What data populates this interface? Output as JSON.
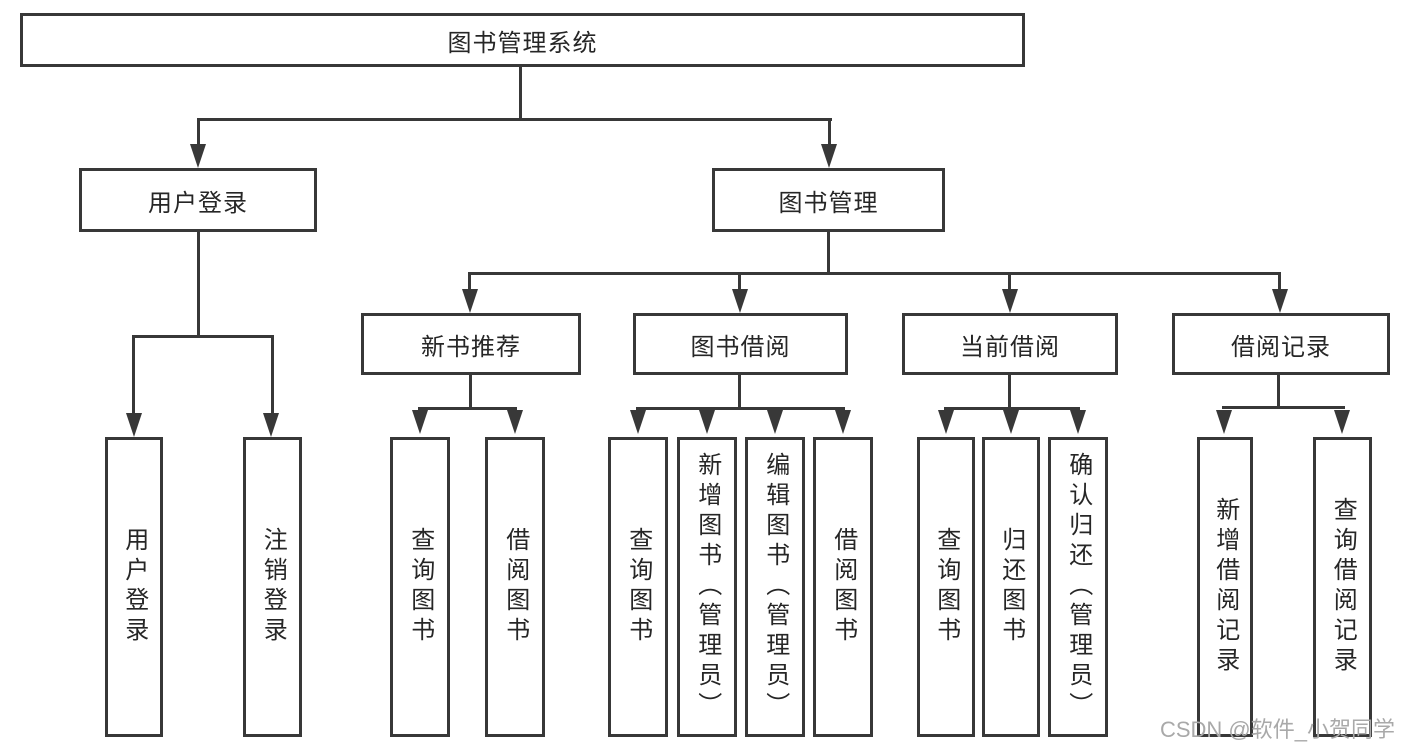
{
  "tree": {
    "root": "图书管理系统",
    "userLogin": {
      "label": "用户登录",
      "children": [
        "用户登录",
        "注销登录"
      ]
    },
    "bookManagement": {
      "label": "图书管理",
      "children": [
        {
          "label": "新书推荐",
          "children": [
            "查询图书",
            "借阅图书"
          ]
        },
        {
          "label": "图书借阅",
          "children": [
            "查询图书",
            "新增图书（管理员）",
            "编辑图书（管理员）",
            "借阅图书"
          ]
        },
        {
          "label": "当前借阅",
          "children": [
            "查询图书",
            "归还图书",
            "确认归还（管理员）"
          ]
        },
        {
          "label": "借阅记录",
          "children": [
            "新增借阅记录",
            "查询借阅记录"
          ]
        }
      ]
    }
  },
  "watermark": {
    "text": "CSDN @软件_小贺同学"
  },
  "colors": {
    "line": "#383838",
    "box_border": "#383838",
    "text": "#262626",
    "watermark": "#a9a9a9",
    "background": "#ffffff"
  }
}
